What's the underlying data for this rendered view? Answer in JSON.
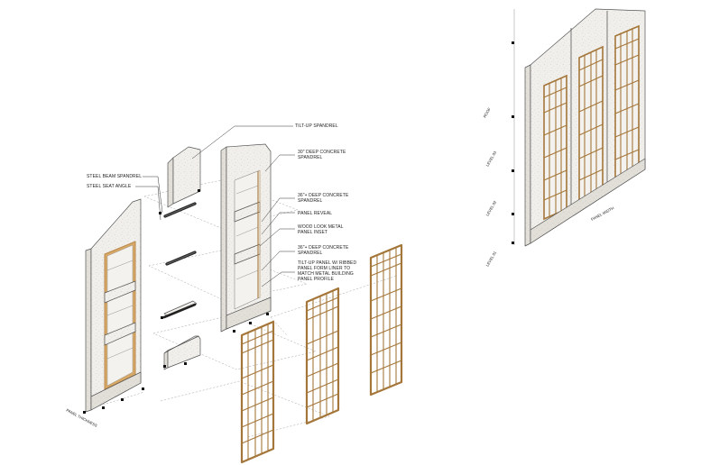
{
  "labels": {
    "tilt_up_spandrel": "TILT-UP SPANDREL",
    "deep30_l1": "30\" DEEP CONCRETE",
    "deep30_l2": "SPANDREL",
    "steel_beam_spandrel": "STEEL BEAM SPANDREL",
    "steel_seat_angle": "STEEL SEAT ANGLE",
    "deep36a_l1": "36\"+ DEEP CONCRETE",
    "deep36a_l2": "SPANDREL",
    "panel_reveal": "PANEL REVEAL",
    "wood_look_l1": "WOOD LOOK METAL",
    "wood_look_l2": "PANEL INSET",
    "deep36b_l1": "36\"+ DEEP CONCRETE",
    "deep36b_l2": "SPANDREL",
    "tilt_panel_l1": "TILT-UP PANEL W/ RIBBED",
    "tilt_panel_l2": "PANEL FORM LINER TO",
    "tilt_panel_l3": "MATCH METAL BUILDING",
    "tilt_panel_l4": "PANEL PROFILE",
    "panel_thickness": "PANEL THICKNESS",
    "panel_width": "PANEL WIDTH",
    "roof": "ROOF",
    "level_03": "LEVEL 03",
    "level_02": "LEVEL 02",
    "level_01": "LEVEL 01"
  },
  "colors": {
    "concrete": "#f1efeb",
    "concrete_shade": "#e2dfd9",
    "wood": "#d8a866",
    "wood_dark": "#a4763a",
    "line": "#444444",
    "marker": "#111111"
  },
  "icons": [
    "dimension-tick-icon",
    "section-marker-icon"
  ]
}
